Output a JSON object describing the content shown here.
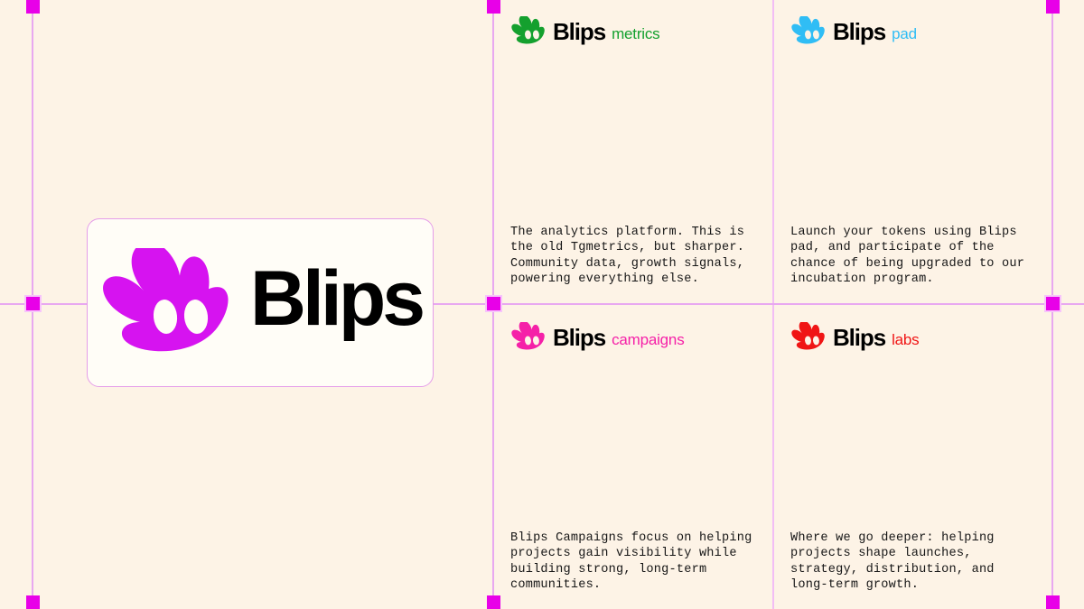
{
  "page": {
    "background_color": "#fdf3e6",
    "guide_color": "#e8a8f0",
    "handle_color": "#e800e8",
    "divider_color": "#f2bdf5"
  },
  "primary_logo": {
    "wordmark": "Blips",
    "mark_color": "#d613f0",
    "wordmark_color": "#000000",
    "card_background": "#fffdf7",
    "card_border_color": "#e59de9"
  },
  "products": [
    {
      "id": "metrics",
      "name": "Blips",
      "suffix": "metrics",
      "color": "#14a02e",
      "description": "The analytics platform. This is\nthe old Tgmetrics, but sharper.\nCommunity data, growth signals,\npowering everything else."
    },
    {
      "id": "pad",
      "name": "Blips",
      "suffix": "pad",
      "color": "#30bdf5",
      "description": "Launch your tokens using Blips\npad, and participate of the\nchance of being upgraded to our\nincubation program."
    },
    {
      "id": "campaigns",
      "name": "Blips",
      "suffix": "campaigns",
      "color": "#f520a8",
      "description": "Blips Campaigns focus on helping\nprojects gain visibility while\nbuilding strong, long-term\ncommunities."
    },
    {
      "id": "labs",
      "name": "Blips",
      "suffix": "labs",
      "color": "#f01515",
      "description": "Where we go deeper: helping\nprojects shape launches,\nstrategy, distribution, and\nlong-term growth."
    }
  ]
}
